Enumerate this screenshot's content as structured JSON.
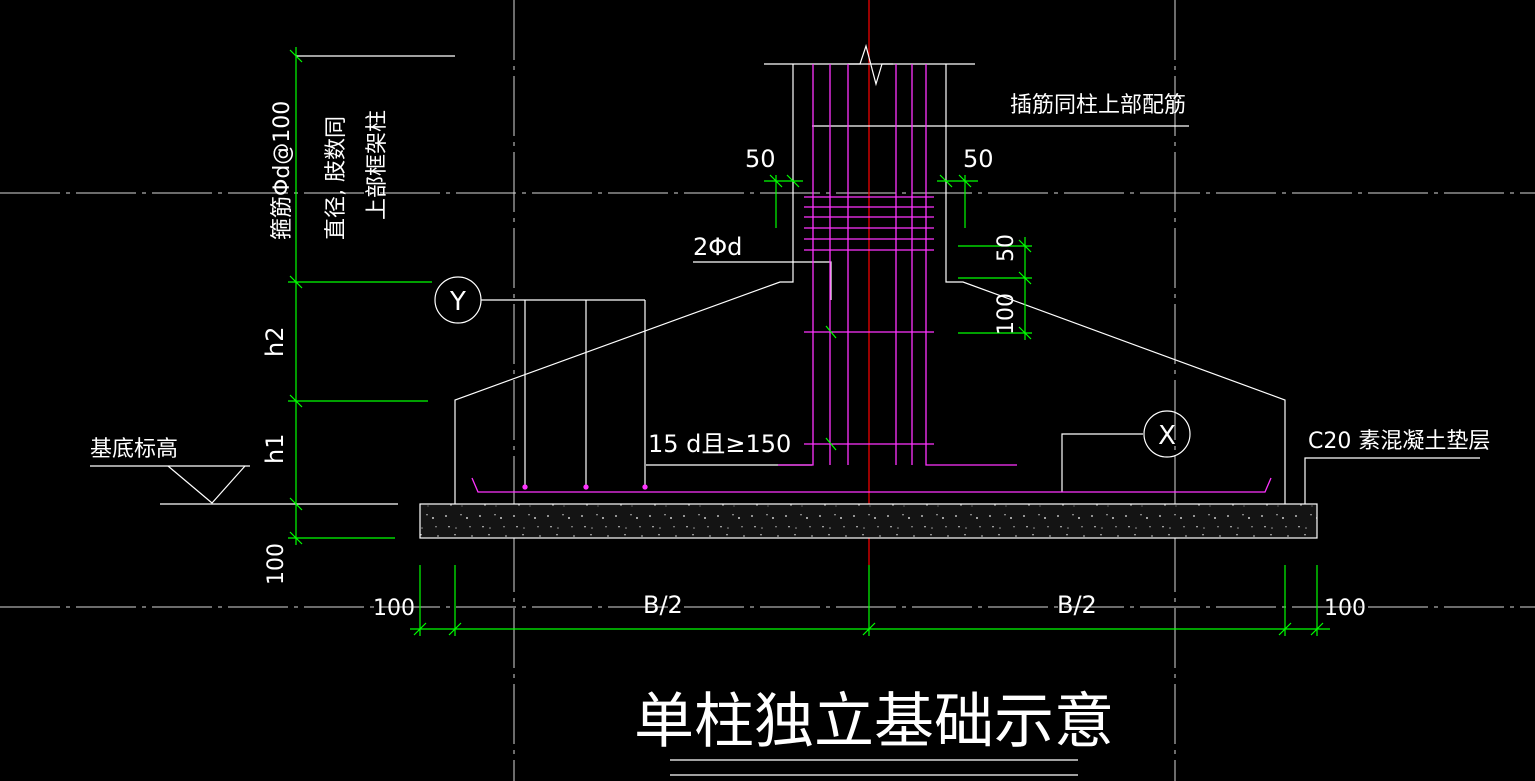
{
  "title": "单柱独立基础示意",
  "labels": {
    "dowel_note": "插筋同柱上部配筋",
    "stirrup_line1": "箍筋Φd@100",
    "stirrup_line2": "直径, 肢数同",
    "stirrup_line3": "上部框架柱",
    "base_elevation": "基底标高",
    "cushion": "C20 素混凝土垫层",
    "bar_2d": "2Φd",
    "anchor": "15 d且≥150",
    "h2": "h2",
    "h1": "h1",
    "dim_100_vertical": "100",
    "dim_50_left": "50",
    "dim_50_right": "50",
    "dim_50_right_vertical": "50",
    "dim_100_right_vertical": "100",
    "dim_100_bottom_left": "100",
    "dim_b2_left": "B/2",
    "dim_b2_right": "B/2",
    "dim_100_bottom_right": "100",
    "marker_y": "Y",
    "marker_x": "X"
  },
  "colors": {
    "background": "#000000",
    "outline": "#ffffff",
    "rebar": "#ff33ff",
    "dimension": "#00ff00",
    "centerline": "#ff0000",
    "gridline": "#ffffff",
    "concrete_fill": "#141414"
  }
}
